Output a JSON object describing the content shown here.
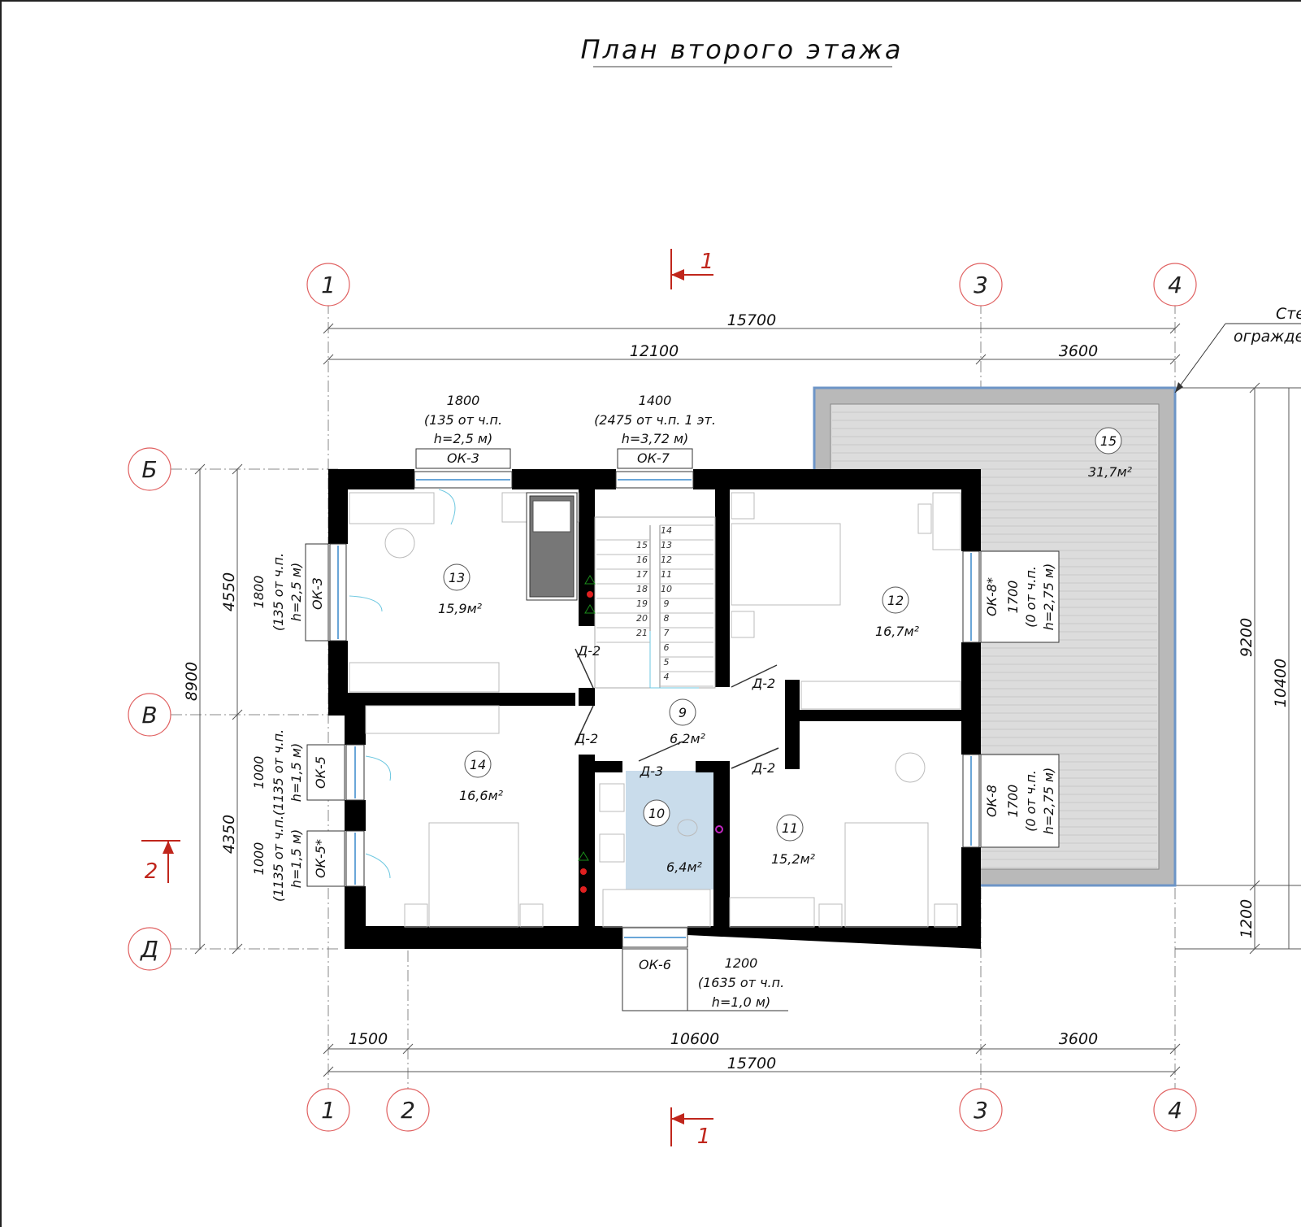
{
  "title": "План второго этажа",
  "axes": {
    "top": [
      {
        "label": "1"
      },
      {
        "label": "3"
      },
      {
        "label": "4"
      }
    ],
    "bottom": [
      {
        "label": "1"
      },
      {
        "label": "2"
      },
      {
        "label": "3"
      },
      {
        "label": "4"
      }
    ],
    "left": [
      {
        "label": "Б"
      },
      {
        "label": "В"
      },
      {
        "label": "Д"
      }
    ]
  },
  "section_marks": [
    "1",
    "1",
    "2"
  ],
  "dimensions": {
    "top_overall": "15700",
    "top_a": "12100",
    "top_b": "3600",
    "bottom_a": "1500",
    "bottom_b": "10600",
    "bottom_c": "3600",
    "bottom_overall": "15700",
    "left_a": "4550",
    "left_b": "4350",
    "left_overall": "8900",
    "right_a": "9200",
    "right_b": "1200",
    "right_overall": "10400"
  },
  "windows": {
    "ok3_top": {
      "tag": "ОК-3",
      "l1": "1800",
      "l2": "(135 от ч.п.",
      "l3": "h=2,5 м)"
    },
    "ok7": {
      "tag": "ОК-7",
      "l1": "1400",
      "l2": "(2475 от ч.п. 1 эт.",
      "l3": "h=3,72 м)"
    },
    "ok3_left": {
      "tag": "ОК-3",
      "l1": "1800",
      "l2": "(135 от ч.п.",
      "l3": "h=2,5 м)"
    },
    "ok5": {
      "tag": "ОК-5",
      "l1": "1000",
      "l2": "(1135 от ч.п.",
      "l3": "h=1,5 м)"
    },
    "ok5s": {
      "tag": "ОК-5*",
      "l1": "1000",
      "l2": "(1135 от ч.п.",
      "l3": "h=1,5 м)"
    },
    "ok8s": {
      "tag": "ОК-8*",
      "l1": "1700",
      "l2": "(0 от ч.п.",
      "l3": "h=2,75 м)"
    },
    "ok8": {
      "tag": "ОК-8",
      "l1": "1700",
      "l2": "(0 от ч.п.",
      "l3": "h=2,75 м)"
    },
    "ok6": {
      "tag": "ОК-6",
      "l1": "1200",
      "l2": "(1635 от ч.п.",
      "l3": "h=1,0 м)"
    }
  },
  "doors": {
    "d2a": "Д-2",
    "d2b": "Д-2",
    "d2c": "Д-2",
    "d2d": "Д-2",
    "d3": "Д-3"
  },
  "rooms": [
    {
      "num": "9",
      "area": "6,2м²"
    },
    {
      "num": "10",
      "area": "6,4м²"
    },
    {
      "num": "11",
      "area": "15,2м²"
    },
    {
      "num": "12",
      "area": "16,7м²"
    },
    {
      "num": "13",
      "area": "15,9м²"
    },
    {
      "num": "14",
      "area": "16,6м²"
    },
    {
      "num": "15",
      "area": "31,7м²"
    }
  ],
  "terrace_note": {
    "l1": "Сте",
    "l2": "огражде"
  },
  "stairs": {
    "left": [
      "15",
      "16",
      "17",
      "18",
      "19",
      "20",
      "21"
    ],
    "right": [
      "14",
      "13",
      "12",
      "11",
      "10",
      "9",
      "8",
      "7",
      "6",
      "5",
      "4"
    ]
  }
}
